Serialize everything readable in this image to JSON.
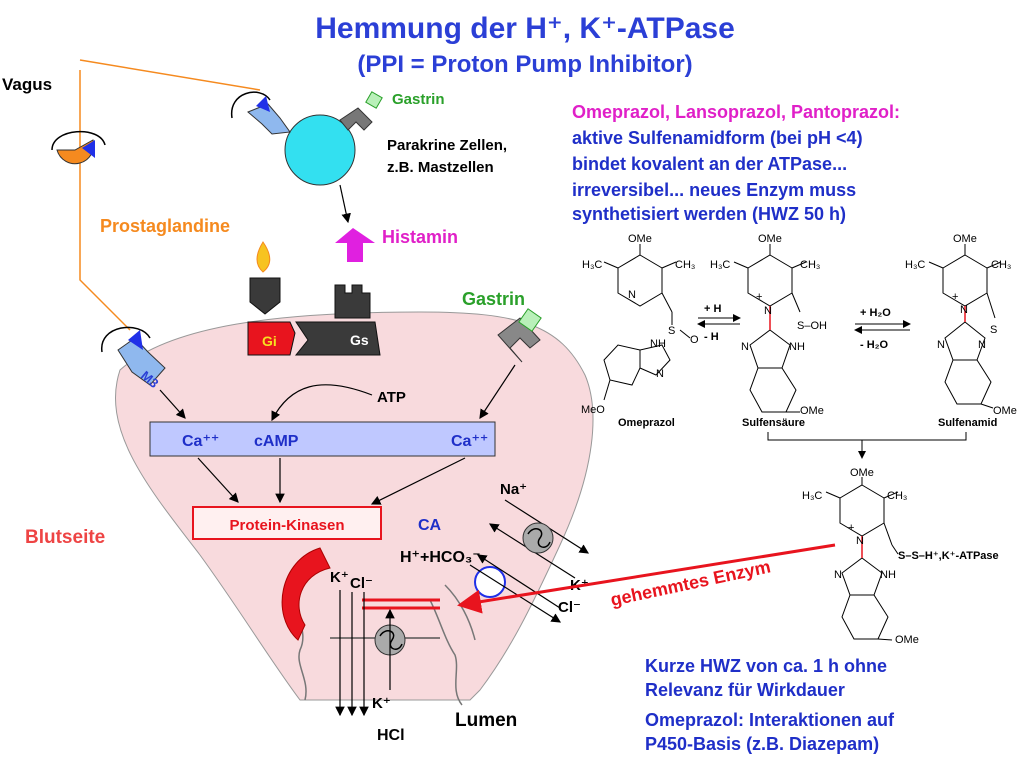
{
  "title_line1": "Hemmung der H⁺, K⁺-ATPase",
  "title_line2": "(PPI = Proton Pump Inhibitor)",
  "labels": {
    "vagus": "Vagus",
    "gastrin_top": "Gastrin",
    "parakrine_1": "Parakrine Zellen,",
    "parakrine_2": "z.B. Mastzellen",
    "prostaglandine": "Prostaglandine",
    "histamin": "Histamin",
    "gastrin_right": "Gastrin",
    "gi": "Gi",
    "gs": "Gs",
    "m3": "M3",
    "atp": "ATP",
    "ca_left": "Ca⁺⁺",
    "camp": "cAMP",
    "ca_right": "Ca⁺⁺",
    "protein_kinasen": "Protein-Kinasen",
    "blutseite": "Blutseite",
    "ca_enzyme": "CA",
    "na": "Na⁺",
    "h_hco3": "H⁺+HCO₃⁻",
    "k_left": "K⁺",
    "cl_left": "Cl⁻",
    "k_right": "K⁺",
    "cl_right": "Cl⁻",
    "k_bottom": "K⁺",
    "hcl": "HCl",
    "lumen": "Lumen",
    "gehemmtes_enzym": "gehemmtes Enzym"
  },
  "info_text": {
    "line1": "Omeprazol, Lansoprazol, Pantoprazol:",
    "line2": "aktive Sulfenamidform (bei pH <4)",
    "line3": "bindet kovalent an der ATPase...",
    "line4": "irreversibel... neues Enzym muss",
    "line5": "synthetisiert werden (HWZ 50 h)"
  },
  "chemistry": {
    "ome": "OMe",
    "meo": "MeO",
    "h3c": "H₃C",
    "ch3": "CH₃",
    "n": "N",
    "nh": "NH",
    "s": "S",
    "o": "O",
    "s_oh": "S–OH",
    "plus": "+",
    "plus_h": "+ H",
    "minus_h": "- H",
    "plus_h2o": "+ H₂O",
    "minus_h2o": "- H₂O",
    "omeprazol": "Omeprazol",
    "sulfensaeure": "Sulfensäure",
    "sulfenamid": "Sulfenamid",
    "enzyme_bond": "S–S–H⁺,K⁺-ATPase"
  },
  "bottom_text": {
    "line1": "Kurze HWZ von ca. 1 h ohne",
    "line2": "Relevanz für Wirkdauer",
    "line3": "Omeprazol: Interaktionen auf",
    "line4": "P450-Basis (z.B. Diazepam)"
  },
  "colors": {
    "title_blue": "#2b3fd6",
    "magenta": "#e020c8",
    "orange": "#f58a1f",
    "green": "#2aa02a",
    "red": "#e8141e",
    "cell_pink": "#f8dadd",
    "cyan": "#33e0f0"
  }
}
